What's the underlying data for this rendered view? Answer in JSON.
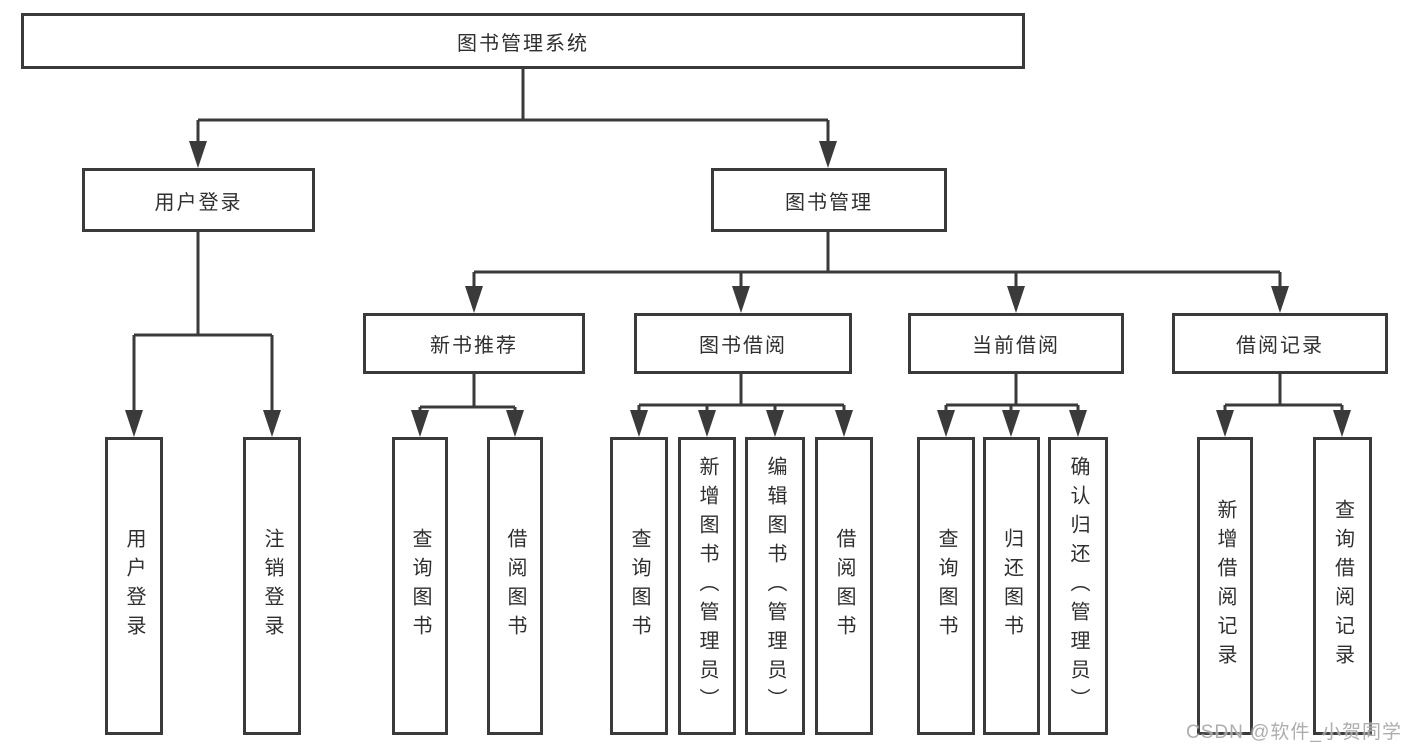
{
  "colors": {
    "line": "#3a3a3a",
    "box_border": "#3a3a3a",
    "text": "#2f2f2f",
    "background": "#ffffff",
    "watermark": "#a5a5a5"
  },
  "tree": {
    "root": {
      "label": "图书管理系统"
    },
    "branches": [
      {
        "label": "用户登录",
        "children": [
          "用户登录",
          "注销登录"
        ]
      },
      {
        "label": "图书管理",
        "sections": [
          {
            "label": "新书推荐",
            "children": [
              "查询图书",
              "借阅图书"
            ]
          },
          {
            "label": "图书借阅",
            "children": [
              "查询图书",
              "新增图书（管理员）",
              "编辑图书（管理员）",
              "借阅图书"
            ]
          },
          {
            "label": "当前借阅",
            "children": [
              "查询图书",
              "归还图书",
              "确认归还（管理员）"
            ]
          },
          {
            "label": "借阅记录",
            "children": [
              "新增借阅记录",
              "查询借阅记录"
            ]
          }
        ]
      }
    ]
  },
  "watermark": {
    "text": "CSDN @软件_小贺同学"
  }
}
